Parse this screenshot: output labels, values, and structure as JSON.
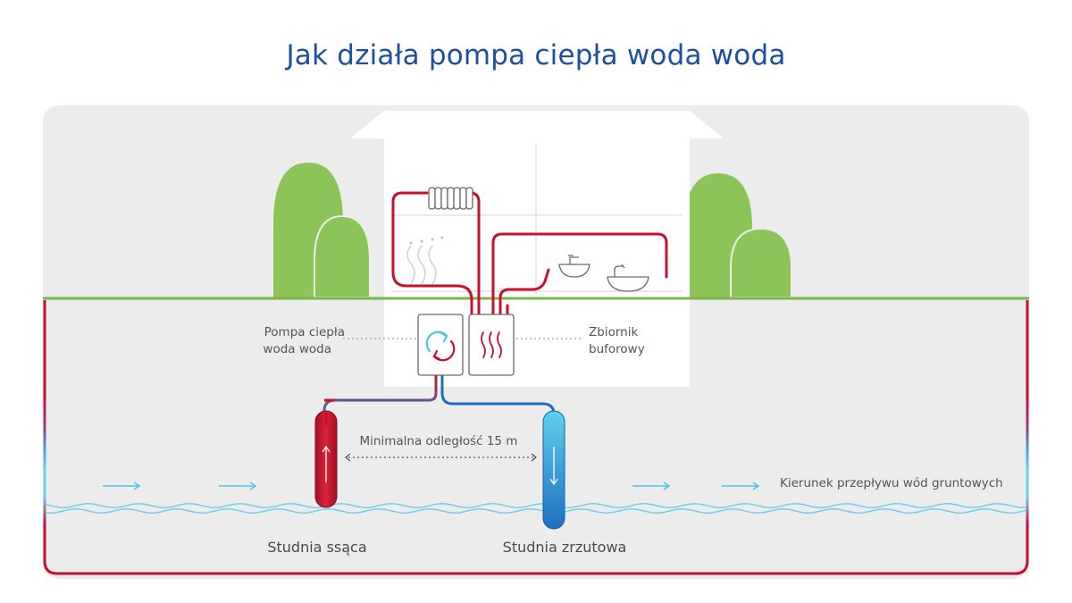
{
  "title": "Jak działa pompa ciepła woda woda",
  "labels": {
    "heat_pump_line1": "Pompa ciepła",
    "heat_pump_line2": "woda woda",
    "buffer_tank_line1": "Zbiornik",
    "buffer_tank_line2": "buforowy",
    "min_distance": "Minimalna odległość 15 m",
    "groundwater_flow": "Kierunek przepływu wód gruntowych",
    "suction_well": "Studnia ssąca",
    "discharge_well": "Studnia zrzutowa"
  },
  "colors": {
    "title": "#1f4fa0",
    "hot": "#c8102e",
    "cold": "#1e88c8",
    "ground_line": "#7ab648",
    "trees": "#8cc45a",
    "background_panel": "#ececec",
    "water_lines": "#6fd0ec"
  },
  "icons": {
    "heat_pump": "circular-arrows-icon",
    "buffer_tank": "heat-waves-icon",
    "radiator": "radiator-icon",
    "floor_heating": "heat-waves-icon",
    "sink": "sink-icon",
    "bathtub": "bathtub-icon"
  }
}
